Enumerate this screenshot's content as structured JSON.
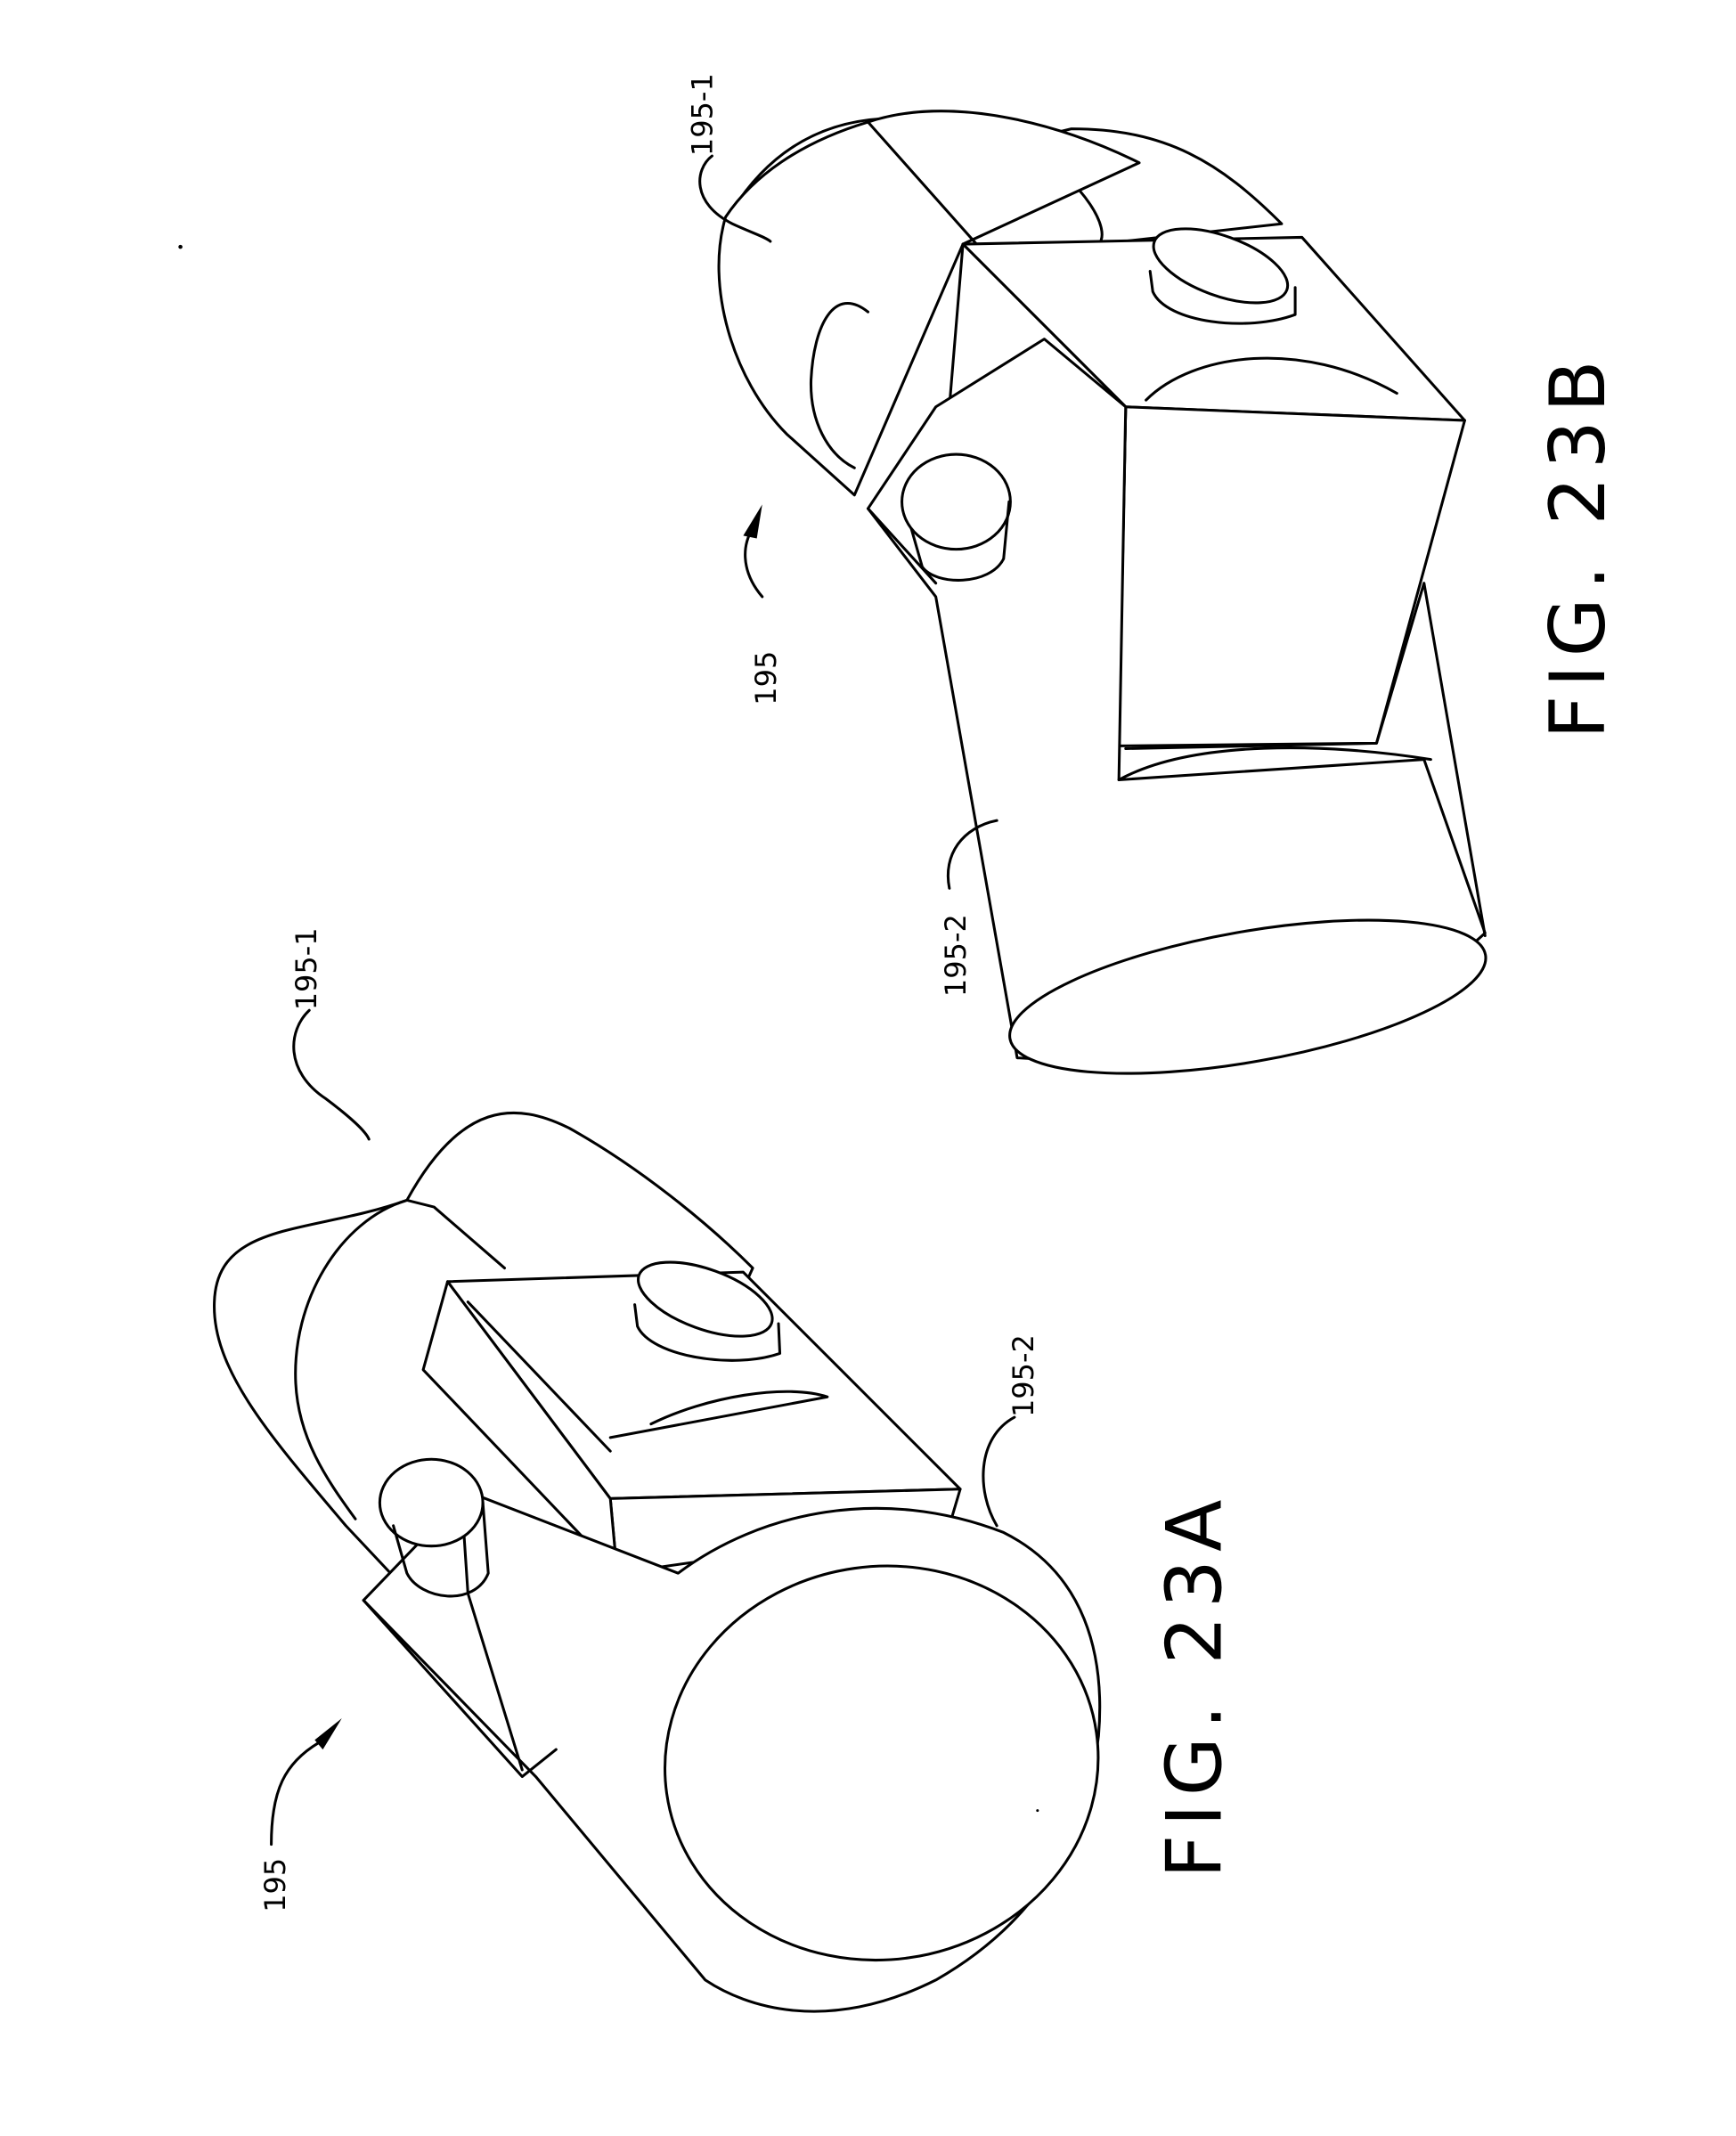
{
  "figures": [
    {
      "id": "fig-23a",
      "caption": "FIG. 23A",
      "labels": {
        "assembly": "195",
        "part1": "195-1",
        "part2": "195-2"
      }
    },
    {
      "id": "fig-23b",
      "caption": "FIG. 23B",
      "labels": {
        "assembly": "195",
        "part1": "195-1",
        "part2": "195-2"
      }
    }
  ],
  "page": {
    "orientation": "rotated-90-ccw",
    "line_color": "#000000",
    "background": "#ffffff"
  }
}
